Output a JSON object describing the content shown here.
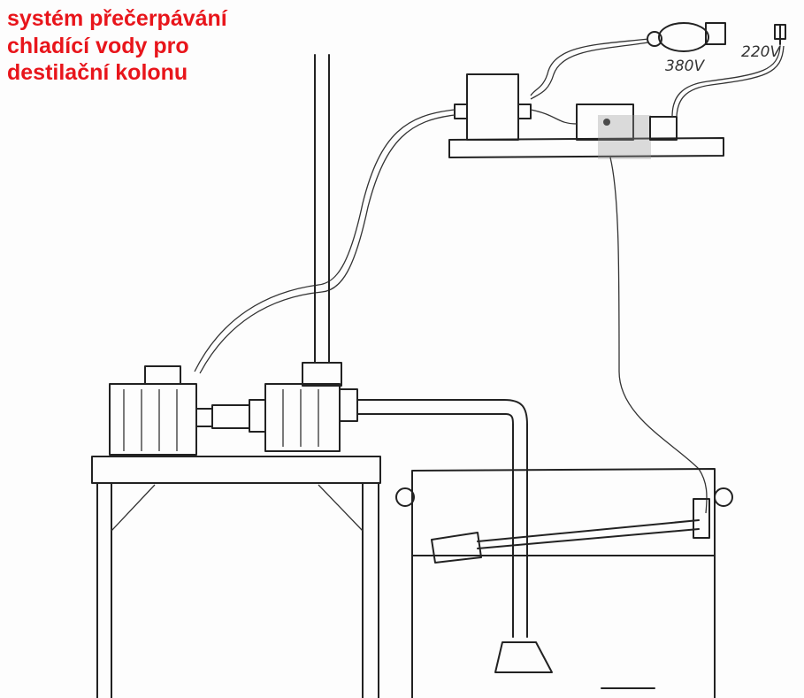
{
  "title": "systém přečerpávání\nchladící vody pro\ndestilační kolonu",
  "labels": {
    "voltage_left": "380V",
    "voltage_right": "220V"
  }
}
